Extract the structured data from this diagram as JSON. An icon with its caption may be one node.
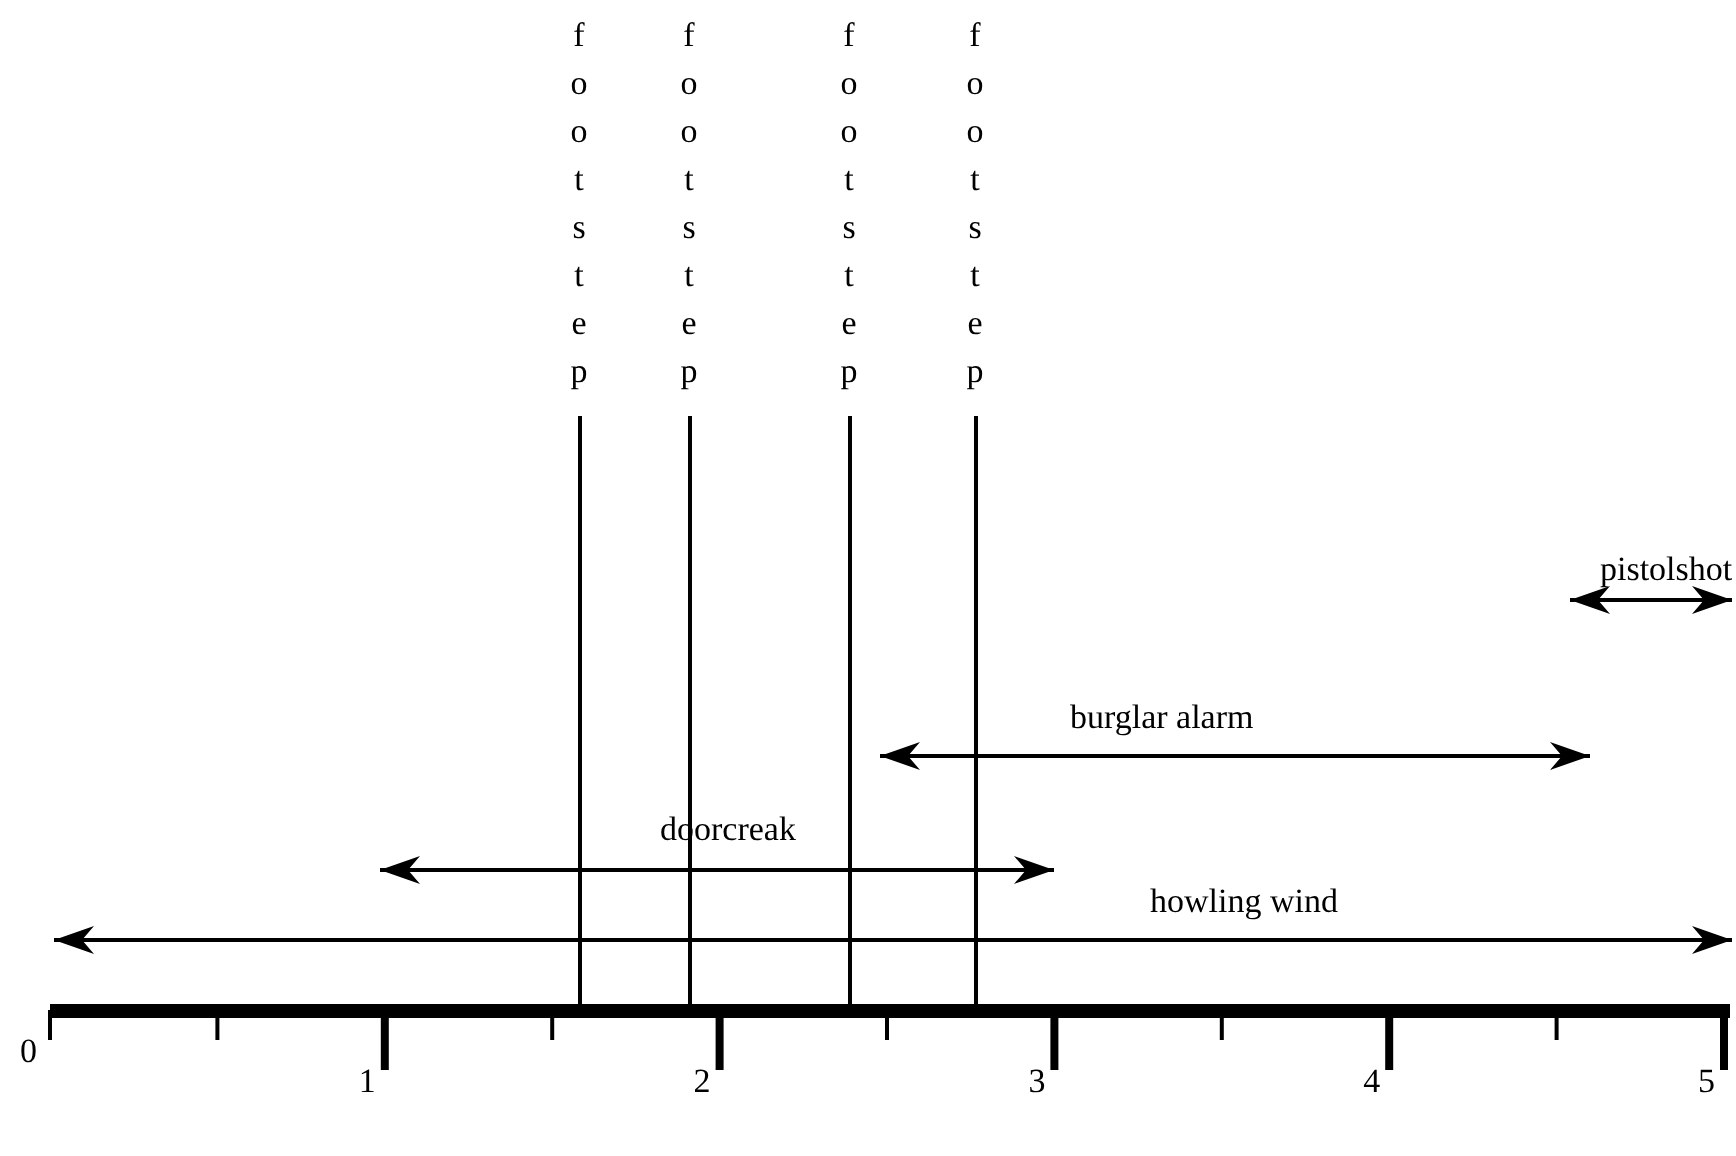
{
  "diagram": {
    "labels": [
      "footstep",
      "footstep",
      "footstep",
      "footstep",
      "pistolshot",
      "burglar alarm",
      "doorcreak",
      "howling wind",
      "0",
      "1",
      "2",
      "3",
      "4",
      "5"
    ]
  }
}
